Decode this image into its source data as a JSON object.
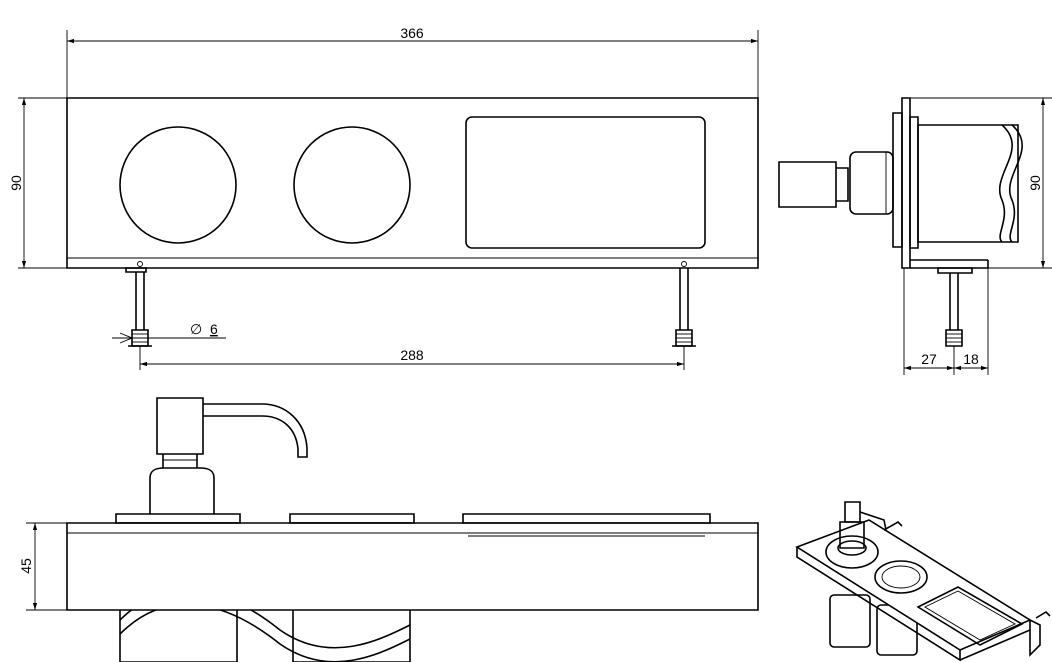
{
  "dimensions": {
    "overall_width": "366",
    "height_front": "90",
    "height_side": "90",
    "screw_diameter": "6",
    "screw_diameter_symbol": "∅",
    "screw_spacing": "288",
    "depth_a": "27",
    "depth_b": "18",
    "lower_height": "45"
  },
  "colors": {
    "line": "#000000",
    "background": "#ffffff"
  }
}
